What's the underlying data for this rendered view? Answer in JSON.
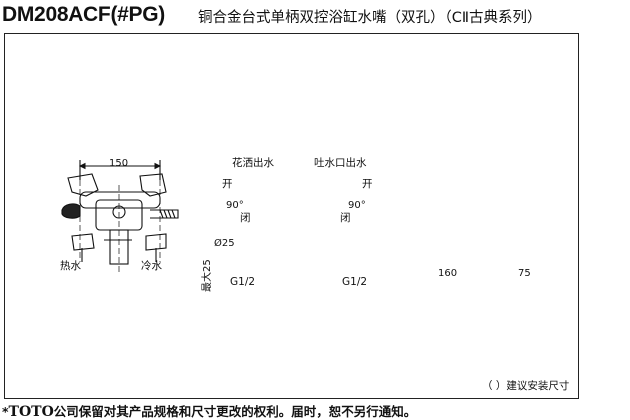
{
  "header": {
    "model": "DM208ACF(#PG)",
    "description": "铜合金台式单柄双控浴缸水嘴（双孔）（CⅡ古典系列）"
  },
  "diagram": {
    "left_view": {
      "dim_width": "150",
      "label_hot": "热水",
      "label_cold": "冷水"
    },
    "middle_view": {
      "label_shower_outlet": "花洒出水",
      "label_spout_outlet": "吐水口出水",
      "label_open_left": "开",
      "label_open_right": "开",
      "label_closed_left": "闭",
      "label_closed_right": "闭",
      "angle_left": "90°",
      "angle_right": "90°",
      "dim_hole_diameter": "Ø25",
      "dim_max_thickness": "最大25",
      "thread_left": "G1/2",
      "thread_right": "G1/2"
    },
    "right_view": {
      "dim_reach": "160",
      "dim_offset": "75"
    },
    "note_recommended": "（ ）建议安装尺寸"
  },
  "footer": {
    "prefix": "*",
    "brand": "TOTO",
    "text": "公司保留对其产品规格和尺寸更改的权利。届时，恕不另行通知。"
  }
}
